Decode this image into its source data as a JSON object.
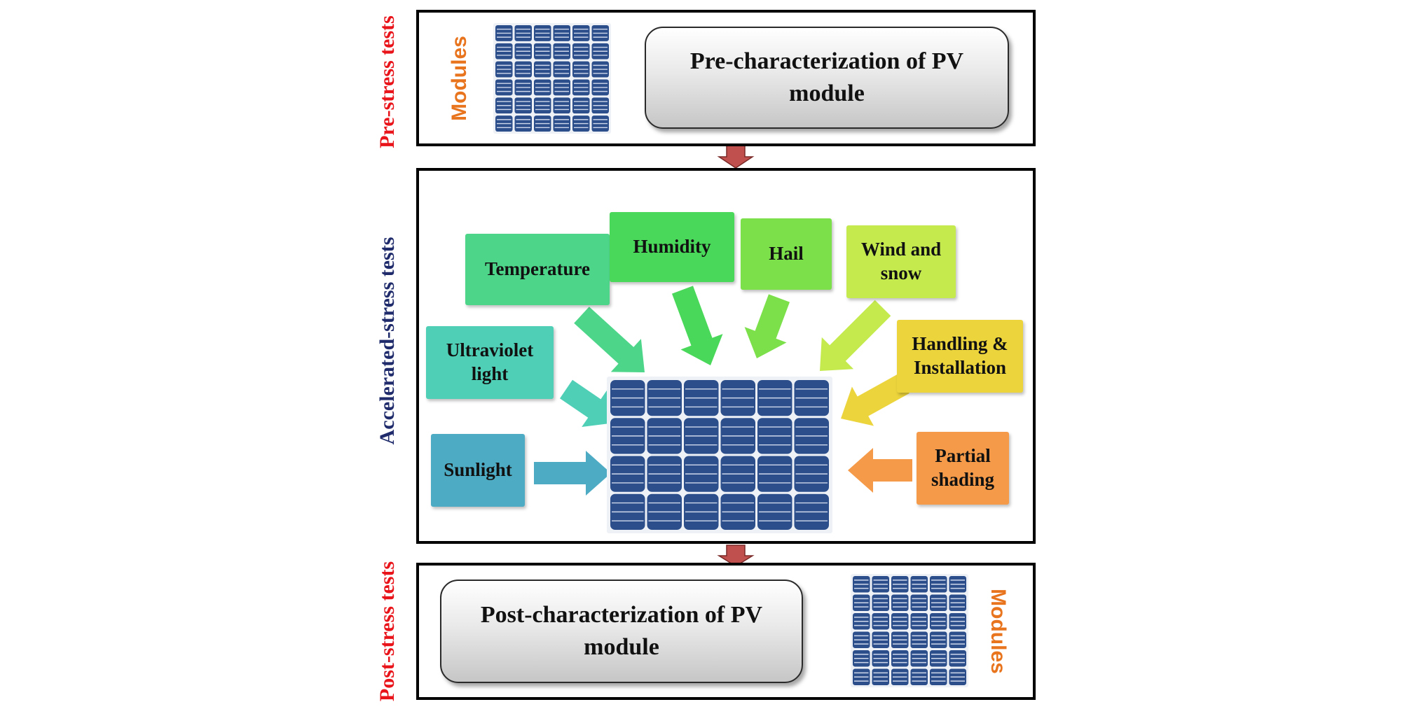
{
  "stages": {
    "pre": {
      "label": "Pre-stress tests",
      "modules_label": "Modules",
      "box_text": "Pre-characterization of PV module",
      "box_line1": "Pre-characterization of PV",
      "box_line2": "module"
    },
    "accelerated": {
      "label": "Accelerated-stress tests"
    },
    "post": {
      "label": "Post-stress tests",
      "modules_label": "Modules",
      "box_line1": "Post-characterization of PV",
      "box_line2": "module"
    }
  },
  "stress_factors": [
    {
      "id": "temperature",
      "label": "Temperature",
      "color": "#4dd68a"
    },
    {
      "id": "humidity",
      "label": "Humidity",
      "color": "#4ad85a"
    },
    {
      "id": "hail",
      "label": "Hail",
      "color": "#7ce04a"
    },
    {
      "id": "wind",
      "label": "Wind  and\nsnow",
      "color": "#c4ea4e"
    },
    {
      "id": "uv",
      "label": "Ultraviolet\nlight",
      "color": "#4ecfb6"
    },
    {
      "id": "handling",
      "label": "Handling  &\nInstallation",
      "color": "#ecd43c"
    },
    {
      "id": "sunlight",
      "label": "Sunlight",
      "color": "#4eabc4"
    },
    {
      "id": "shading",
      "label": "Partial\nshading",
      "color": "#f59a48"
    }
  ],
  "colors": {
    "stage_label_red": "#e8141a",
    "stage_label_navy": "#1f2b6b",
    "modules_orange": "#e8741e",
    "flow_arrow": "#c0504d",
    "panel_cell": "#2c4f8c"
  }
}
